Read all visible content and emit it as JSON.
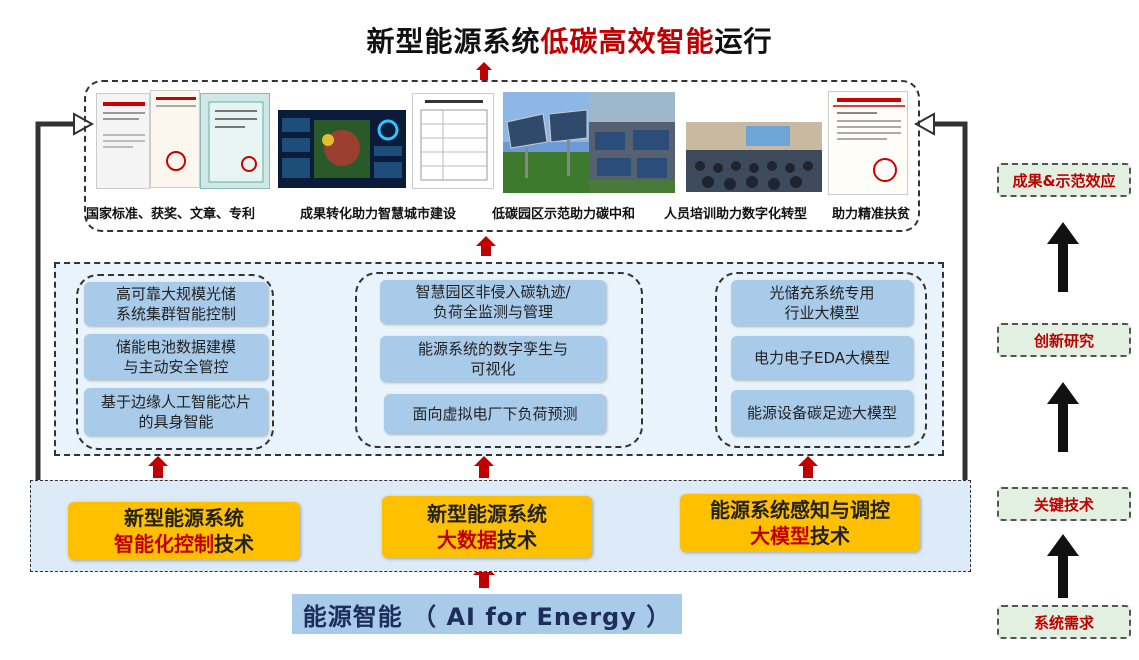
{
  "title": {
    "part1": "新型能源系统",
    "part2": "低碳高效智能",
    "part3": "运行"
  },
  "captions": [
    "国家标准、获奖、文章、专利",
    "成果转化助力智慧城市建设",
    "低碳园区示范助力碳中和",
    "人员培训助力数字化转型",
    "助力精准扶贫"
  ],
  "groups": [
    {
      "items": [
        "高可靠大规模光储\n系统集群智能控制",
        "储能电池数据建模\n与主动安全管控",
        "基于边缘人工智能芯片\n的具身智能"
      ]
    },
    {
      "items": [
        "智慧园区非侵入碳轨迹/\n负荷全监测与管理",
        "能源系统的数字孪生与\n可视化",
        "面向虚拟电厂下负荷预测"
      ]
    },
    {
      "items": [
        "光储充系统专用\n行业大模型",
        "电力电子EDA大模型",
        "能源设备碳足迹大模型"
      ]
    }
  ],
  "technologies": [
    {
      "line1": "新型能源系统",
      "line2_red": "智能化控制",
      "line2_black": "技术"
    },
    {
      "line1": "新型能源系统",
      "line2_red": "大数据",
      "line2_black": "技术"
    },
    {
      "line1": "能源系统感知与调控",
      "line2_red": "大模型",
      "line2_black": "技术"
    }
  ],
  "footer": "能源智能 （ AI for Energy ）",
  "side_labels": [
    "成果&示范效应",
    "创新研究",
    "关键技术",
    "系统需求"
  ]
}
